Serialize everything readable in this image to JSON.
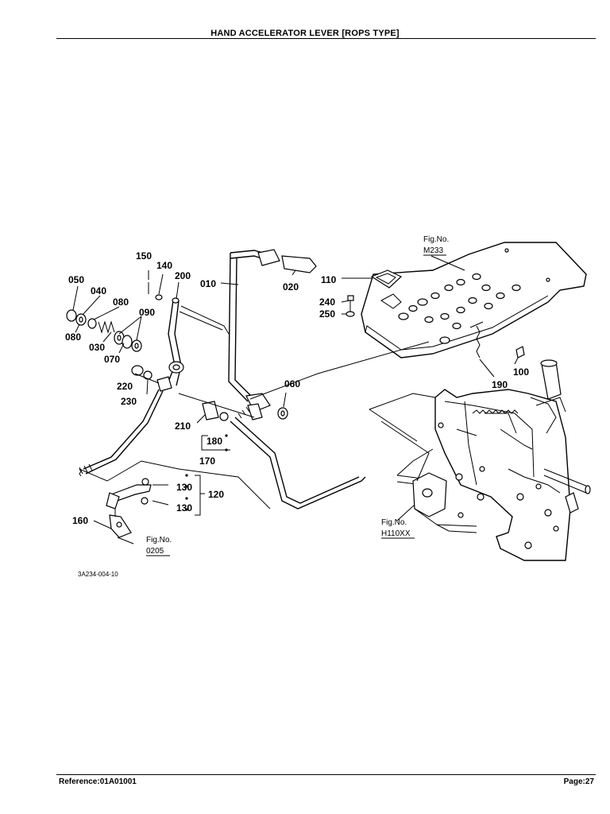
{
  "header": {
    "title": "HAND ACCELERATOR LEVER [ROPS TYPE]"
  },
  "footer": {
    "reference": "Reference:01A01001",
    "page": "Page:27"
  },
  "diagram": {
    "drawing_code": "3A234-004-10",
    "fig_refs": [
      {
        "line1": "Fig.No.",
        "line2": "M233"
      },
      {
        "line1": "Fig.No.",
        "line2": "H110XX"
      },
      {
        "line1": "Fig.No.",
        "line2": "0205"
      }
    ],
    "part_labels": [
      "150",
      "140",
      "200",
      "050",
      "040",
      "080",
      "090",
      "010",
      "020",
      "110",
      "240",
      "250",
      "080",
      "030",
      "070",
      "220",
      "230",
      "060",
      "100",
      "190",
      "210",
      "180",
      "170",
      "130",
      "120",
      "130",
      "160"
    ]
  }
}
